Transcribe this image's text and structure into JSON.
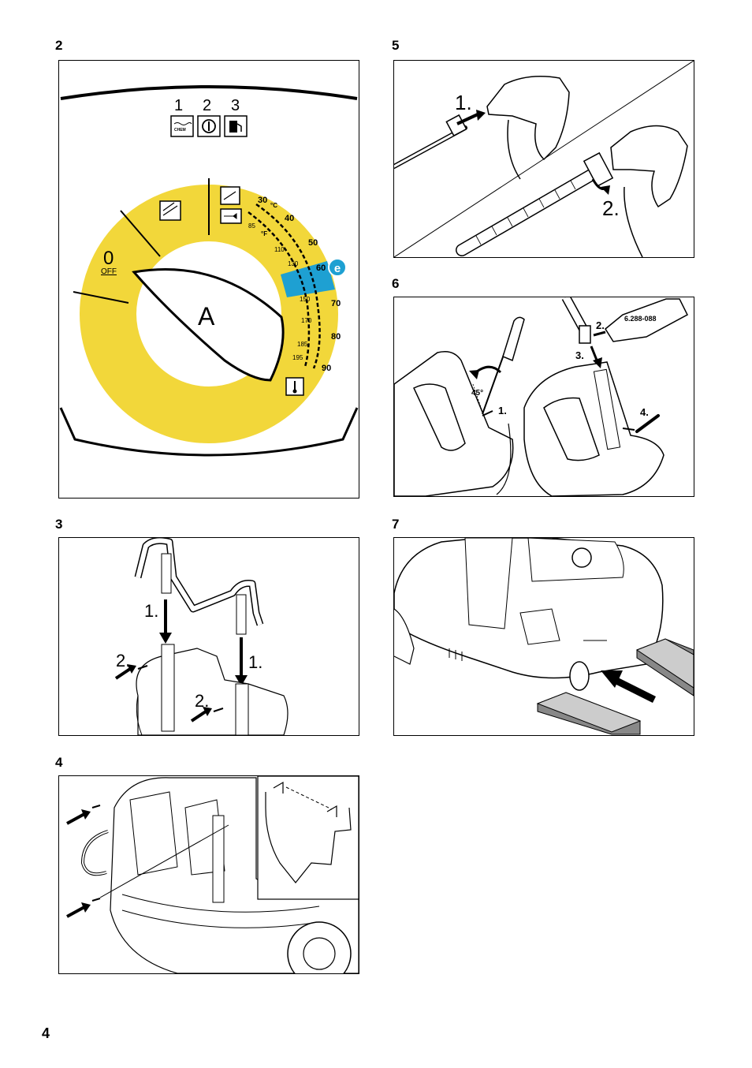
{
  "figures": {
    "fig2": {
      "number": "2",
      "mode_numbers": [
        "1",
        "2",
        "3"
      ],
      "chem_label": "CHEM",
      "off_zero": "0",
      "off_label": "OFF",
      "knob_label": "A",
      "eco_label": "e",
      "unit_c": "°C",
      "unit_f": "°F",
      "celsius": [
        "30",
        "40",
        "50",
        "60",
        "70",
        "80",
        "90"
      ],
      "fahrenheit": [
        "85",
        "110",
        "130",
        "150",
        "170",
        "185",
        "195"
      ]
    },
    "fig3": {
      "number": "3",
      "steps": [
        "1.",
        "1.",
        "2.",
        "2."
      ]
    },
    "fig4": {
      "number": "4"
    },
    "fig5": {
      "number": "5",
      "steps": [
        "1.",
        "2."
      ]
    },
    "fig6": {
      "number": "6",
      "steps": [
        "1.",
        "2.",
        "3.",
        "4."
      ],
      "angle": "45°",
      "part_number": "6.288-088"
    },
    "fig7": {
      "number": "7"
    }
  },
  "page_number": "4",
  "colors": {
    "dial_yellow": "#f2d73a",
    "eco_blue": "#1ea0d2"
  }
}
